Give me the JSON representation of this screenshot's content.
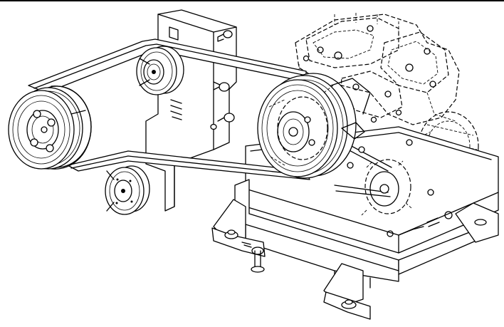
{
  "figure": {
    "kind": "technical-line-drawing",
    "subject": "belt-drive-pulley-assembly",
    "colors": {
      "ink": "#000000",
      "paper": "#ffffff"
    },
    "parts": [
      "engine-block-hidden",
      "mounting-bracket",
      "large-drive-pulley",
      "idler-pulley-upper",
      "idler-pulley-lower",
      "compressor-pulley",
      "drive-belt",
      "base-frame",
      "alternator-hidden"
    ]
  }
}
